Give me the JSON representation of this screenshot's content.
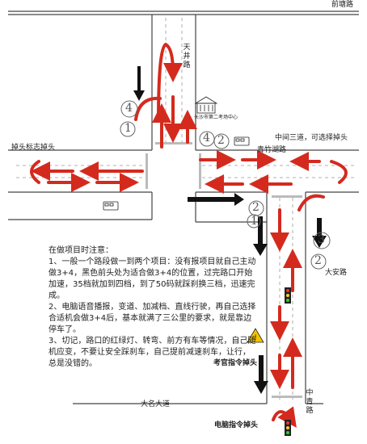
{
  "roads": {
    "qiantang": "前塘路",
    "tianjing": "天井路",
    "diaotou_biaozhi": "掉头标志掉头",
    "zhongjian_sandao": "中间三道，可选择掉头",
    "qingzhu_hu": "青竹湖路",
    "daan": "大安路",
    "daming": "大名大道",
    "zhongqing": "中青路"
  },
  "landmarks": {
    "school": "长沙市第二考场中心",
    "kaoguan_point": "考官指令掉头",
    "computer_point": "电脑指令掉头"
  },
  "handwritten": [
    "4",
    "1",
    "4",
    "2",
    "2",
    "1",
    "3",
    "2"
  ],
  "notes": {
    "heading": "在做项目时注意：",
    "lines": [
      "1、一般一个路段做一到两个项目：没有报项目就自己主动做3+4，黑色前头处为适合做3+4的位置，过完路口开始加速，35档就加到四档，到了50码就踩刹换三档，迅速完成。",
      "2、电脑语音播报，变道、加减档、直线行驶，再自己选择合适机会做3+4后，基本就满了三公里的要求，就是靠边停车了。",
      "3、切记，路口的红绿灯、转弯、前方有车等情况，自己随机应变，不要让安全踩刹车，自己提前减速刹车，让行，总是没错的。"
    ]
  },
  "colors": {
    "red_route": "#d42a1e",
    "black_arrow": "#111111",
    "road_line": "#444444"
  }
}
